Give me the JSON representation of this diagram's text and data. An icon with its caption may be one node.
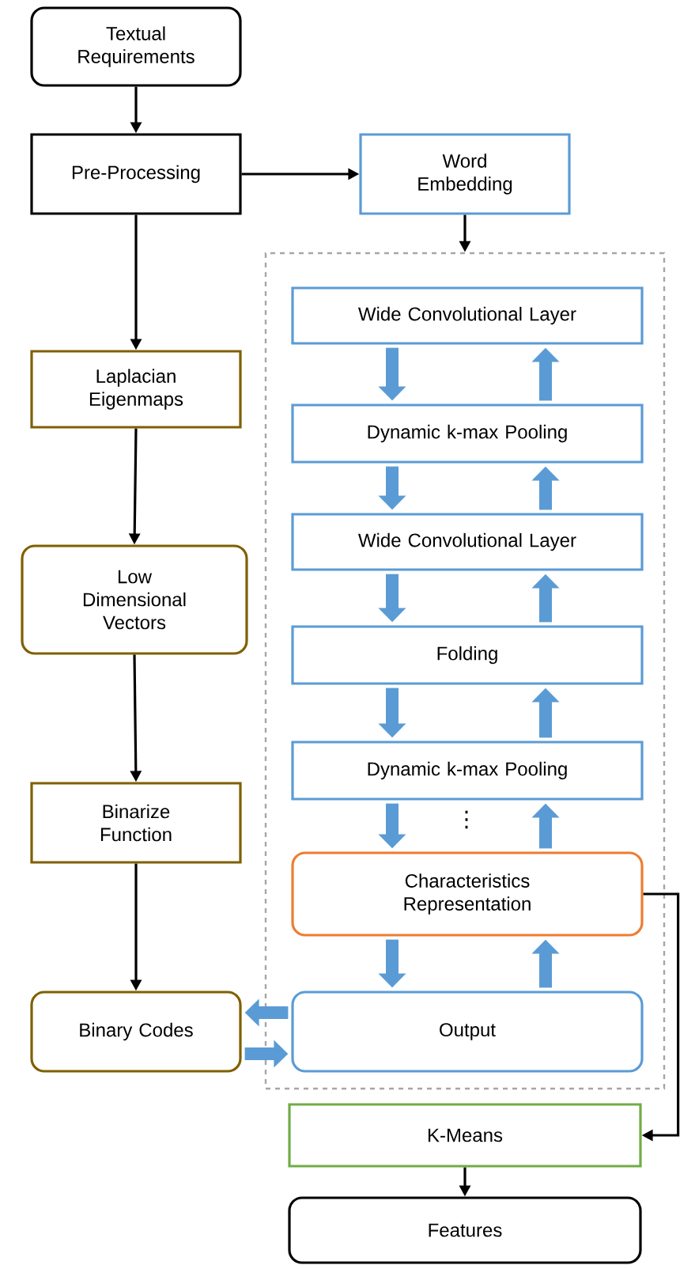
{
  "diagram": {
    "nodes": [
      {
        "text": [
          "Textual Requirements"
        ]
      },
      {
        "text": [
          "Pre-Processing"
        ]
      },
      {
        "text": [
          "Word Embedding"
        ]
      },
      {
        "text": [
          "Laplacian Eigenmaps"
        ]
      },
      {
        "text": [
          "Low Dimensional Vectors"
        ]
      },
      {
        "text": [
          "Binarize Function"
        ]
      },
      {
        "text": [
          "Binary Codes"
        ]
      },
      {
        "text": [],
        "shape": "box"
      },
      {
        "text": [
          "Wide Convolutional Layer"
        ],
        "in": 7
      },
      {
        "text": [
          "Dynamic k-max Pooling"
        ],
        "in": 7
      },
      {
        "text": [
          "Wide Convolutional Layer"
        ],
        "in": 7
      },
      {
        "text": [
          "Folding"
        ],
        "in": 7
      },
      {
        "text": [
          "Dynamic k-max Pooling"
        ],
        "in": 7
      },
      {
        "text": [
          "Characteristics Representation"
        ],
        "in": 7
      },
      {
        "text": [
          "Output"
        ],
        "in": 7
      },
      {
        "text": [
          "K-Means"
        ]
      },
      {
        "text": [
          "Features"
        ]
      }
    ],
    "edges": [
      {
        "from": 0,
        "to": 1,
        "arrow": "to",
        "color": "#000000"
      },
      {
        "from": 1,
        "to": 2,
        "arrow": "to",
        "color": "#000000"
      },
      {
        "from": 1,
        "to": 3,
        "arrow": "to",
        "color": "#000000"
      },
      {
        "from": 3,
        "to": 4,
        "arrow": "to",
        "color": "#000000"
      },
      {
        "from": 4,
        "to": 5,
        "arrow": "to",
        "color": "#000000"
      },
      {
        "from": 5,
        "to": 6,
        "arrow": "to",
        "color": "#000000"
      },
      {
        "from": 2,
        "to": 7,
        "arrow": "to",
        "color": "#000000"
      },
      {
        "from": 8,
        "to": 9,
        "arrow": "to"
      },
      {
        "from": 9,
        "to": 8,
        "arrow": "to"
      },
      {
        "from": 9,
        "to": 10,
        "arrow": "to"
      },
      {
        "from": 10,
        "to": 9,
        "arrow": "to"
      },
      {
        "from": 10,
        "to": 11,
        "arrow": "to"
      },
      {
        "from": 11,
        "to": 10,
        "arrow": "to"
      },
      {
        "from": 11,
        "to": 12,
        "arrow": "to"
      },
      {
        "from": 12,
        "to": 11,
        "arrow": "to"
      },
      {
        "from": 12,
        "to": 13,
        "arrow": "to"
      },
      {
        "from": 13,
        "to": 12,
        "arrow": "to"
      },
      {
        "from": 13,
        "to": 14,
        "arrow": "to"
      },
      {
        "from": 14,
        "to": 13,
        "arrow": "to"
      },
      {
        "from": 14,
        "to": 6,
        "arrow": "to"
      },
      {
        "from": 6,
        "to": 14,
        "arrow": "to"
      },
      {
        "from": 13,
        "to": 15,
        "arrow": "to",
        "color": "#000000"
      },
      {
        "from": 15,
        "to": 16,
        "arrow": "to",
        "color": "#000000"
      }
    ],
    "labels": [
      "⋮"
    ]
  }
}
